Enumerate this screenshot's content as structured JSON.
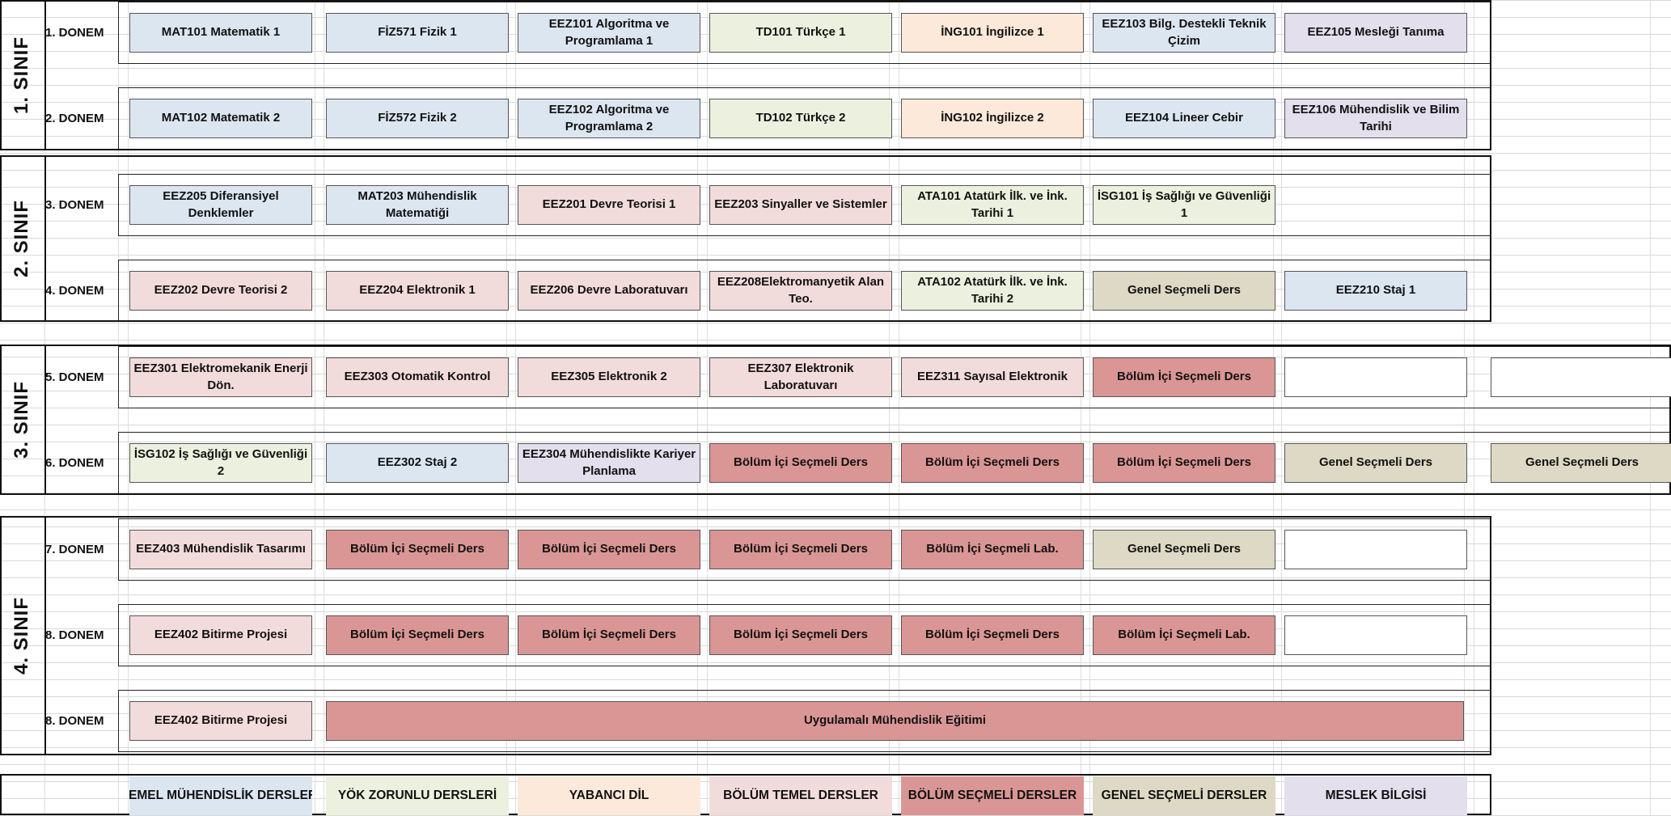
{
  "palette": {
    "temel": "#dce6f1",
    "yok": "#ebf1de",
    "yabanci": "#fde9d9",
    "bolum_temel": "#f2dcdb",
    "bolum_secmeli": "#da9694",
    "genel_secmeli": "#ddd9c4",
    "meslek": "#e4dfec",
    "empty": "#ffffff"
  },
  "years": [
    {
      "label": "1. SINIF"
    },
    {
      "label": "2. SINIF"
    },
    {
      "label": "3. SINIF"
    },
    {
      "label": "4. SINIF"
    }
  ],
  "semesters": [
    {
      "label": "1. DONEM",
      "courses": [
        {
          "name": "MAT101 Matematik 1",
          "cat": "temel"
        },
        {
          "name": "FİZ571 Fizik 1",
          "cat": "temel"
        },
        {
          "name": "EEZ101 Algoritma ve Programlama 1",
          "cat": "temel"
        },
        {
          "name": "TD101 Türkçe 1",
          "cat": "yok"
        },
        {
          "name": "İNG101 İngilizce 1",
          "cat": "yabanci"
        },
        {
          "name": "EEZ103 Bilg. Destekli Teknik Çizim",
          "cat": "temel"
        },
        {
          "name": "EEZ105 Mesleği Tanıma",
          "cat": "meslek"
        }
      ]
    },
    {
      "label": "2. DONEM",
      "courses": [
        {
          "name": "MAT102 Matematik 2",
          "cat": "temel"
        },
        {
          "name": "FİZ572 Fizik 2",
          "cat": "temel"
        },
        {
          "name": "EEZ102 Algoritma ve Programlama 2",
          "cat": "temel"
        },
        {
          "name": "TD102 Türkçe 2",
          "cat": "yok"
        },
        {
          "name": "İNG102 İngilizce 2",
          "cat": "yabanci"
        },
        {
          "name": "EEZ104 Lineer Cebir",
          "cat": "temel"
        },
        {
          "name": "EEZ106 Mühendislik ve Bilim Tarihi",
          "cat": "meslek"
        }
      ]
    },
    {
      "label": "3. DONEM",
      "courses": [
        {
          "name": "EEZ205 Diferansiyel Denklemler",
          "cat": "temel"
        },
        {
          "name": "MAT203 Mühendislik Matematiği",
          "cat": "temel"
        },
        {
          "name": "EEZ201 Devre Teorisi 1",
          "cat": "bolum_temel"
        },
        {
          "name": "EEZ203 Sinyaller ve Sistemler",
          "cat": "bolum_temel"
        },
        {
          "name": "ATA101 Atatürk İlk. ve İnk. Tarihi 1",
          "cat": "yok"
        },
        {
          "name": "İSG101 İş Sağlığı ve Güvenliği 1",
          "cat": "yok"
        }
      ]
    },
    {
      "label": "4. DONEM",
      "courses": [
        {
          "name": "EEZ202 Devre Teorisi 2",
          "cat": "bolum_temel"
        },
        {
          "name": "EEZ204 Elektronik 1",
          "cat": "bolum_temel"
        },
        {
          "name": "EEZ206 Devre Laboratuvarı",
          "cat": "bolum_temel"
        },
        {
          "name": "EEZ208Elektromanyetik Alan Teo.",
          "cat": "bolum_temel"
        },
        {
          "name": "ATA102 Atatürk İlk. ve İnk. Tarihi 2",
          "cat": "yok"
        },
        {
          "name": "Genel Seçmeli Ders",
          "cat": "genel_secmeli"
        },
        {
          "name": "EEZ210 Staj 1",
          "cat": "temel"
        }
      ]
    },
    {
      "label": "5. DONEM",
      "courses": [
        {
          "name": "EEZ301 Elektromekanik Enerji Dön.",
          "cat": "bolum_temel"
        },
        {
          "name": "EEZ303 Otomatik Kontrol",
          "cat": "bolum_temel"
        },
        {
          "name": "EEZ305 Elektronik 2",
          "cat": "bolum_temel"
        },
        {
          "name": "EEZ307 Elektronik Laboratuvarı",
          "cat": "bolum_temel"
        },
        {
          "name": "EEZ311 Sayısal Elektronik",
          "cat": "bolum_temel"
        },
        {
          "name": "Bölüm İçi Seçmeli Ders",
          "cat": "bolum_secmeli"
        },
        {
          "name": "",
          "cat": "empty"
        },
        {
          "name": "",
          "cat": "empty"
        }
      ]
    },
    {
      "label": "6. DONEM",
      "courses": [
        {
          "name": "İSG102 İş Sağlığı ve Güvenliği 2",
          "cat": "yok"
        },
        {
          "name": "EEZ302 Staj 2",
          "cat": "temel"
        },
        {
          "name": "EEZ304 Mühendislikte Kariyer Planlama",
          "cat": "meslek"
        },
        {
          "name": "Bölüm İçi Seçmeli Ders",
          "cat": "bolum_secmeli"
        },
        {
          "name": "Bölüm İçi Seçmeli Ders",
          "cat": "bolum_secmeli"
        },
        {
          "name": "Bölüm İçi Seçmeli Ders",
          "cat": "bolum_secmeli"
        },
        {
          "name": "Genel Seçmeli Ders",
          "cat": "genel_secmeli"
        },
        {
          "name": "Genel Seçmeli Ders",
          "cat": "genel_secmeli"
        }
      ]
    },
    {
      "label": "7. DONEM",
      "courses": [
        {
          "name": "EEZ403 Mühendislik Tasarımı",
          "cat": "bolum_temel"
        },
        {
          "name": "Bölüm İçi Seçmeli Ders",
          "cat": "bolum_secmeli"
        },
        {
          "name": "Bölüm İçi Seçmeli Ders",
          "cat": "bolum_secmeli"
        },
        {
          "name": "Bölüm İçi Seçmeli Ders",
          "cat": "bolum_secmeli"
        },
        {
          "name": "Bölüm İçi Seçmeli Lab.",
          "cat": "bolum_secmeli"
        },
        {
          "name": "Genel Seçmeli Ders",
          "cat": "genel_secmeli"
        },
        {
          "name": "",
          "cat": "empty"
        }
      ]
    },
    {
      "label": "8. DONEM",
      "courses": [
        {
          "name": "EEZ402 Bitirme Projesi",
          "cat": "bolum_temel"
        },
        {
          "name": "Bölüm İçi Seçmeli Ders",
          "cat": "bolum_secmeli"
        },
        {
          "name": "Bölüm İçi Seçmeli Ders",
          "cat": "bolum_secmeli"
        },
        {
          "name": "Bölüm İçi Seçmeli Ders",
          "cat": "bolum_secmeli"
        },
        {
          "name": "Bölüm İçi Seçmeli Ders",
          "cat": "bolum_secmeli"
        },
        {
          "name": "Bölüm İçi Seçmeli Lab.",
          "cat": "bolum_secmeli"
        },
        {
          "name": "",
          "cat": "empty"
        }
      ]
    },
    {
      "label": "8. DONEM",
      "courses": [
        {
          "name": "EEZ402 Bitirme Projesi",
          "cat": "bolum_temel"
        },
        {
          "name": "Uygulamalı Mühendislik Eğitimi",
          "cat": "bolum_secmeli"
        }
      ]
    }
  ],
  "legend": [
    {
      "label": "TEMEL MÜHENDİSLİK DERSLERİ",
      "cat": "temel"
    },
    {
      "label": "YÖK ZORUNLU DERSLERİ",
      "cat": "yok"
    },
    {
      "label": "YABANCI DİL",
      "cat": "yabanci"
    },
    {
      "label": "BÖLÜM TEMEL DERSLER",
      "cat": "bolum_temel"
    },
    {
      "label": "BÖLÜM SEÇMELİ DERSLER",
      "cat": "bolum_secmeli"
    },
    {
      "label": "GENEL SEÇMELİ DERSLER",
      "cat": "genel_secmeli"
    },
    {
      "label": "MESLEK BİLGİSİ",
      "cat": "meslek"
    }
  ]
}
